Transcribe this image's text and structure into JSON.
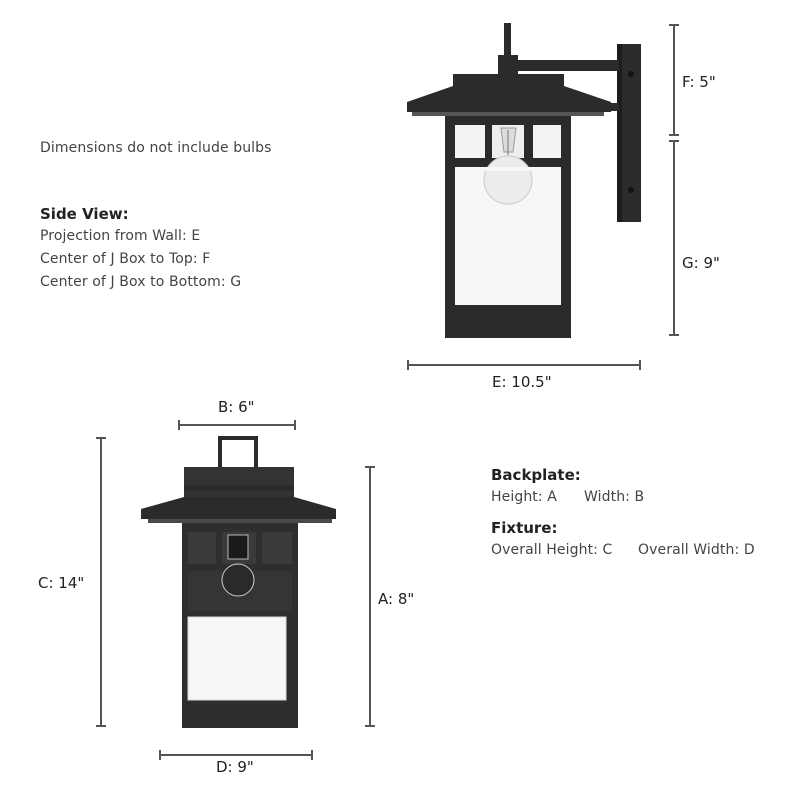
{
  "notes": {
    "disclaimer": "Dimensions do not include bulbs"
  },
  "side_view": {
    "heading": "Side View:",
    "items": [
      "Projection from Wall: E",
      "Center of J Box to Top: F",
      "Center of J Box to Bottom: G"
    ]
  },
  "backplate": {
    "heading": "Backplate:",
    "height_label": "Height: A",
    "width_label": "Width: B"
  },
  "fixture": {
    "heading": "Fixture:",
    "overall_height_label": "Overall Height: C",
    "overall_width_label": "Overall Width: D"
  },
  "dimensions": {
    "A": "A: 8\"",
    "B": "B: 6\"",
    "C": "C: 14\"",
    "D": "D: 9\"",
    "E": "E: 10.5\"",
    "F": "F: 5\"",
    "G": "G: 9\""
  },
  "colors": {
    "fixture_finish": "#2b2b2b",
    "glass": "#f7f7f7",
    "dimension_line": "#555555"
  }
}
